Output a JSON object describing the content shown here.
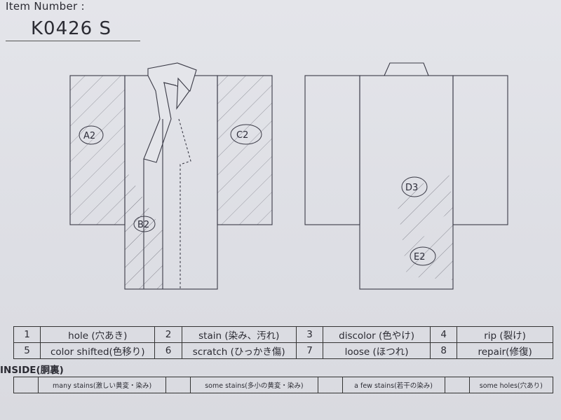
{
  "item": {
    "label": "Item Number :",
    "value": "K0426  S"
  },
  "front_marks": [
    {
      "id": "a",
      "text": "A2"
    },
    {
      "id": "b",
      "text": "B2"
    },
    {
      "id": "c",
      "text": "C2"
    }
  ],
  "back_marks": [
    {
      "id": "d",
      "text": "D3"
    },
    {
      "id": "e",
      "text": "E2"
    }
  ],
  "defects": {
    "rows": [
      [
        {
          "num": "1",
          "desc": "hole (穴あき)"
        },
        {
          "num": "2",
          "desc": "stain (染み、汚れ)"
        },
        {
          "num": "3",
          "desc": "discolor (色やけ)"
        },
        {
          "num": "4",
          "desc": "rip (裂け)"
        }
      ],
      [
        {
          "num": "5",
          "desc": "color shifted(色移り)"
        },
        {
          "num": "6",
          "desc": "scratch (ひっかき傷)"
        },
        {
          "num": "7",
          "desc": "loose (ほつれ)"
        },
        {
          "num": "8",
          "desc": "repair(修復)"
        }
      ]
    ]
  },
  "inside": {
    "title": "INSIDE(胴裏)",
    "items": [
      "many stains(激しい黄変・染み)",
      "some stains(多小の黄変・染み)",
      "a few stains(若干の染み)",
      "some holes(穴あり)"
    ]
  }
}
